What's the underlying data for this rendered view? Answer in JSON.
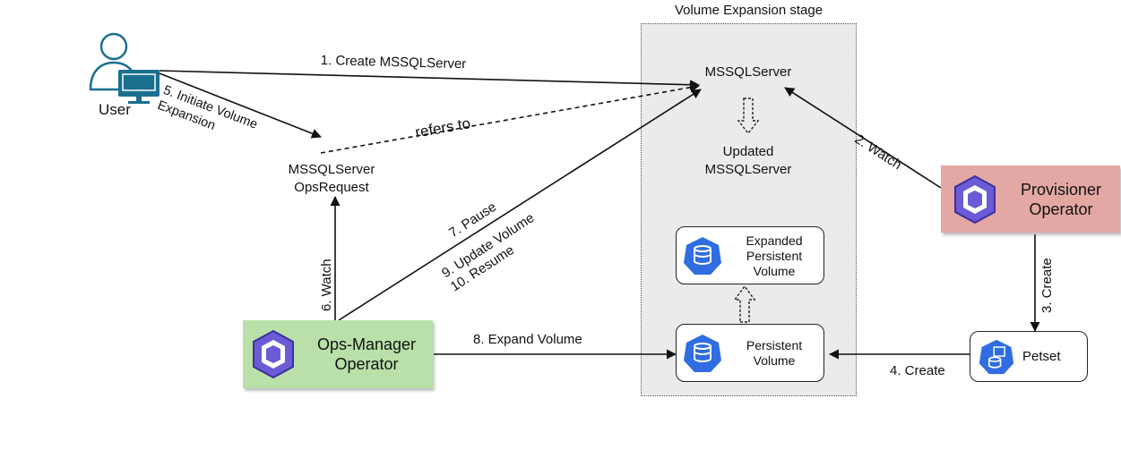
{
  "stage": {
    "title": "Volume Expansion stage"
  },
  "user": {
    "label": "User"
  },
  "nodes": {
    "mssqlserver": "MSSQLServer",
    "updated": "Updated\nMSSQLServer",
    "opsrequest": "MSSQLServer\nOpsRequest",
    "provisioner": "Provisioner\nOperator",
    "opsmanager": "Ops-Manager\nOperator",
    "expanded_pv": "Expanded\nPersistent\nVolume",
    "pv": "Persistent\nVolume",
    "petset": "Petset"
  },
  "edges": {
    "create_mssql": "1. Create MSSQLServer",
    "watch2": "2. Watch",
    "create3": "3. Create",
    "create4": "4. Create",
    "initiate": "5. Initiate Volume\nExpansion",
    "watch6": "6. Watch",
    "pause": "7. Pause",
    "expand": "8. Expand Volume",
    "update": "9. Update Volume\n10. Resume",
    "refers": "refers to"
  },
  "colors": {
    "provisioner_bg": "#e3a8a3",
    "opsmanager_bg": "#b8e0a8",
    "operator_icon": "#6b5bd6",
    "k8s_icon": "#2f6de1",
    "user_icon": "#1a6f8f"
  }
}
